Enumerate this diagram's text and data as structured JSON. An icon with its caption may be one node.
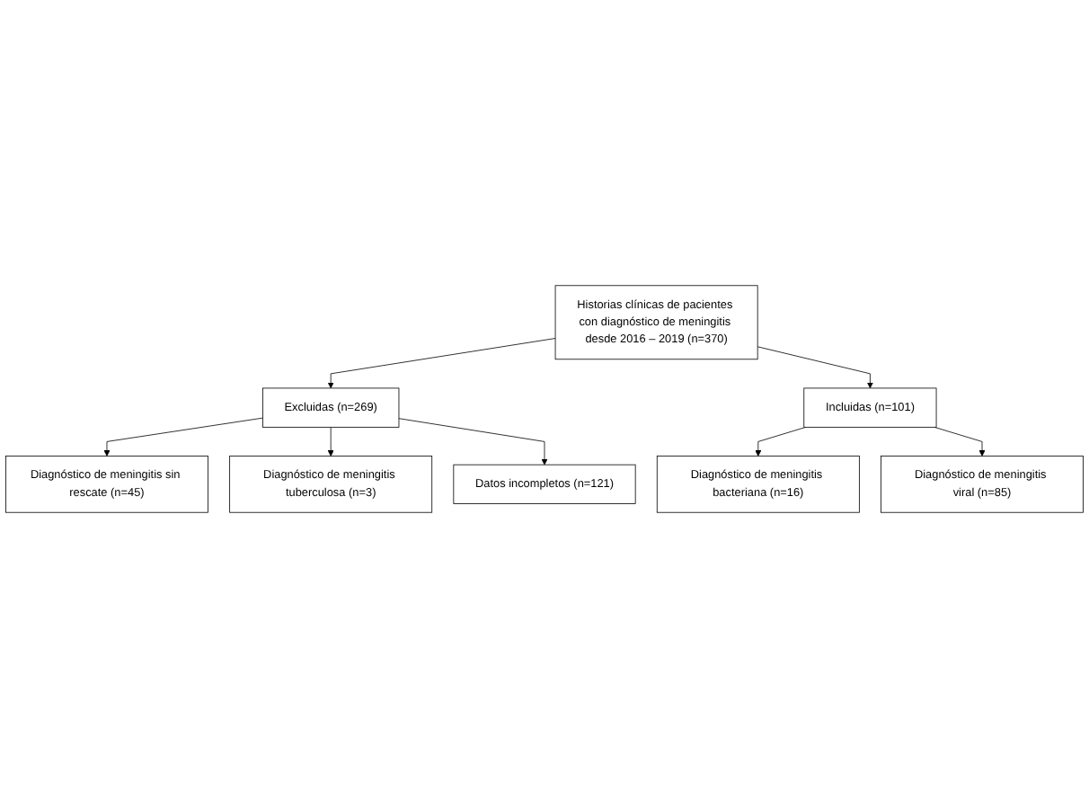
{
  "diagram": {
    "nodes": [
      {
        "text": [
          "Historias clínicas de pacientes con diagnóstico de meningitis desde 2016 – 2019 (n=370)"
        ]
      },
      {
        "text": [
          "Excluidas (n=269)"
        ]
      },
      {
        "text": [
          "Diagnóstico de meningitis sin rescate (n=45)"
        ]
      },
      {
        "text": [
          "Diagnóstico de meningitis tuberculosa (n=3)"
        ]
      },
      {
        "text": [
          "Datos incompletos (n=121)"
        ]
      },
      {
        "text": [
          "Incluidas (n=101)"
        ]
      },
      {
        "text": [
          "Diagnóstico de meningitis bacteriana (n=16)"
        ]
      },
      {
        "text": [
          "Diagnóstico de meningitis viral (n=85)"
        ]
      }
    ],
    "edges": [
      {
        "from": 0,
        "to": 1,
        "arrow": "to"
      },
      {
        "from": 0,
        "to": 5,
        "arrow": "to"
      },
      {
        "from": 1,
        "to": 2,
        "arrow": "to"
      },
      {
        "from": 1,
        "to": 3,
        "arrow": "to"
      },
      {
        "from": 1,
        "to": 4,
        "arrow": "to"
      },
      {
        "from": 5,
        "to": 6,
        "arrow": "to"
      },
      {
        "from": 5,
        "to": 7,
        "arrow": "to"
      }
    ]
  }
}
